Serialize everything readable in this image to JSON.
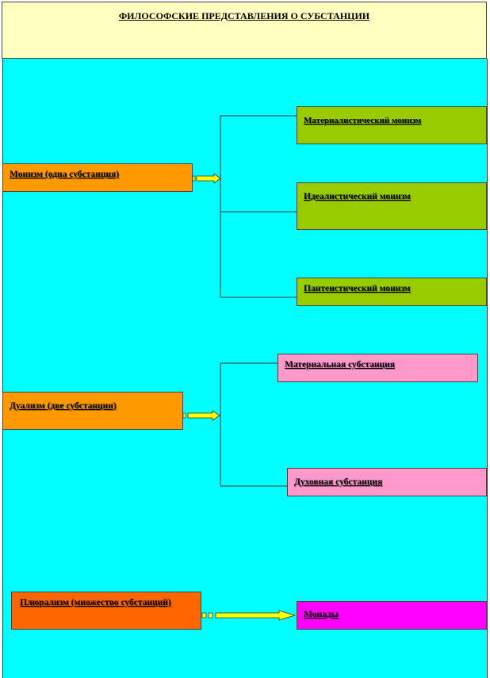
{
  "header": {
    "title": "ФИЛОСОФСКИЕ  ПРЕДСТАВЛЕНИЯ  О СУБСТАНЦИИ"
  },
  "monism": {
    "label": "Монизм (одна субстанция)",
    "children": [
      "Материалистический монизм",
      "Идеалистический монизм",
      "Пантеистический монизм"
    ]
  },
  "dualism": {
    "label": "Дуализм (две субстанции)",
    "children": [
      "Материальная субстанция",
      "Духовная субстанция"
    ]
  },
  "pluralism": {
    "label": "Плюрализм (множество субстанций)",
    "child": "Монады"
  },
  "colors": {
    "background": "#00ffff",
    "header": "#ffffc0",
    "orange": "#ff9900",
    "orange_dark": "#ff6600",
    "green": "#99cc00",
    "pink": "#ff99cc",
    "magenta": "#ff00ff",
    "arrow": "#ffff00"
  }
}
